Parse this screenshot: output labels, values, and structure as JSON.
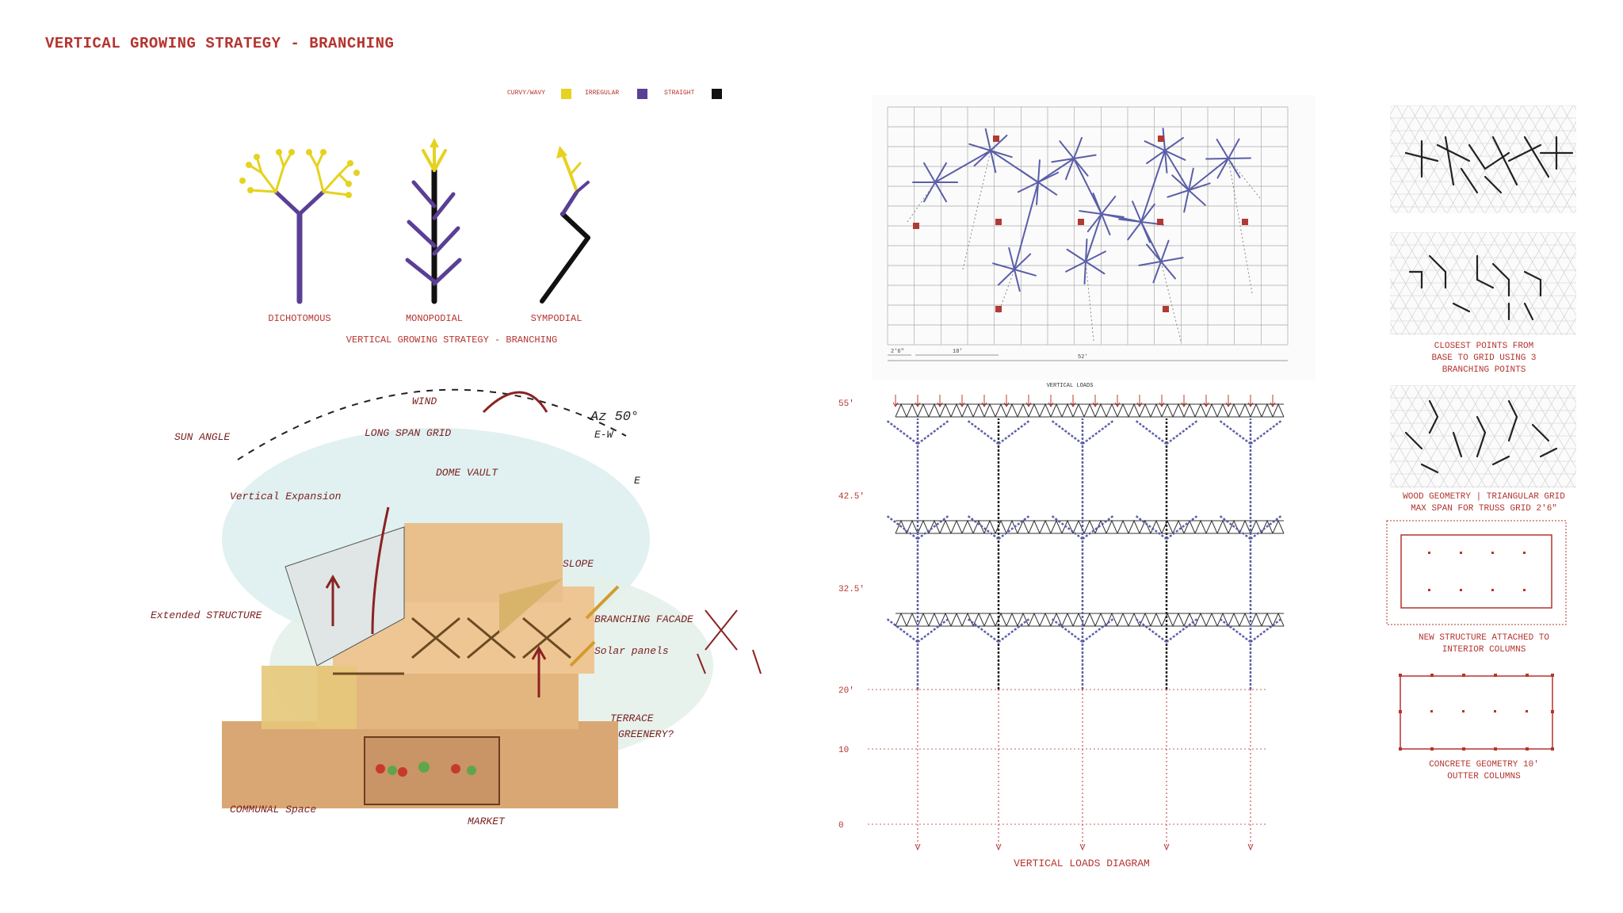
{
  "header": {
    "title": "VERTICAL GROWING STRATEGY - BRANCHING"
  },
  "legend": {
    "items": [
      {
        "label": "CURVY/WAVY",
        "color": "#e6d21f"
      },
      {
        "label": "IRREGULAR",
        "color": "#5a3f95"
      },
      {
        "label": "STRAIGHT",
        "color": "#111111"
      }
    ]
  },
  "trees": {
    "labels": [
      "DICHOTOMOUS",
      "MONOPODIAL",
      "SYMPODIAL"
    ],
    "caption": "VERTICAL GROWING STRATEGY - BRANCHING"
  },
  "sketch": {
    "notes": [
      "SUN ANGLE",
      "Vertical Expansion",
      "LONG SPAN GRID",
      "DOME VAULT",
      "WIND",
      "Az 50°",
      "E-W",
      "E",
      "Extended STRUCTURE",
      "BRANCHING FACADE",
      "Solar panels",
      "COMMUNAL Space",
      "MARKET",
      "SLOPE",
      "TERRACE",
      "GREENERY?"
    ]
  },
  "plan": {
    "dims": [
      "2'6\"",
      "10'",
      "52'"
    ]
  },
  "loads": {
    "heading": "VERTICAL LOADS",
    "levels": [
      "55'",
      "42.5'",
      "32.5'",
      "20'",
      "10",
      "0"
    ],
    "caption": "VERTICAL LOADS DIAGRAM"
  },
  "sidebar": {
    "caption1": [
      "CLOSEST POINTS FROM",
      "BASE TO GRID USING 3",
      "BRANCHING POINTS"
    ],
    "caption2": [
      "WOOD GEOMETRY | TRIANGULAR GRID",
      "MAX SPAN FOR TRUSS GRID 2'6\""
    ],
    "caption3": [
      "NEW STRUCTURE ATTACHED TO",
      "INTERIOR COLUMNS"
    ],
    "caption4": [
      "CONCRETE GEOMETRY 10'",
      "OUTTER COLUMNS"
    ]
  },
  "colors": {
    "accent": "#b5342f",
    "purple": "#5a3f95",
    "yellow": "#e6d21f",
    "black": "#111111"
  }
}
